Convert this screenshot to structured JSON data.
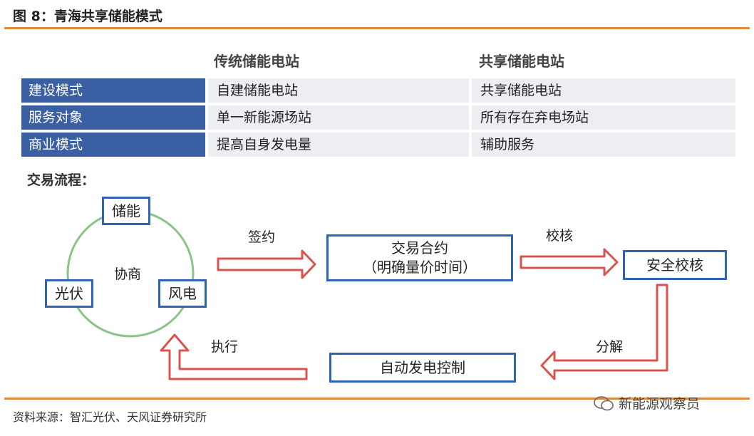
{
  "figure_title": "图 8：青海共享储能模式",
  "table": {
    "columns": [
      "传统储能电站",
      "共享储能电站"
    ],
    "rows": [
      {
        "label": "建设模式",
        "values": [
          "自建储能电站",
          "共享储能电站"
        ]
      },
      {
        "label": "服务对象",
        "values": [
          "单一新能源场站",
          "所有存在弃电场站"
        ]
      },
      {
        "label": "商业模式",
        "values": [
          "提高自身发电量",
          "辅助服务"
        ]
      }
    ]
  },
  "process": {
    "title": "交易流程：",
    "circle": {
      "center_label": "协商",
      "nodes": [
        "储能",
        "光伏",
        "风电"
      ]
    },
    "boxes": {
      "trade_contract": [
        "交易合约",
        "（明确量价时间）"
      ],
      "security_check": "安全校核",
      "generation_control": "自动发电控制"
    },
    "arrows": {
      "sign": "签约",
      "check": "校核",
      "decompose": "分解",
      "execute": "执行"
    }
  },
  "source": "资料来源：智汇光伏、天风证券研究所",
  "watermark": "新能源观察员",
  "colors": {
    "accent_rule": "#e3893a",
    "row_header": "#3a5fa3",
    "box_border": "#2f64b4",
    "arrow": "#d9534f",
    "circle": "#8bc48a"
  }
}
